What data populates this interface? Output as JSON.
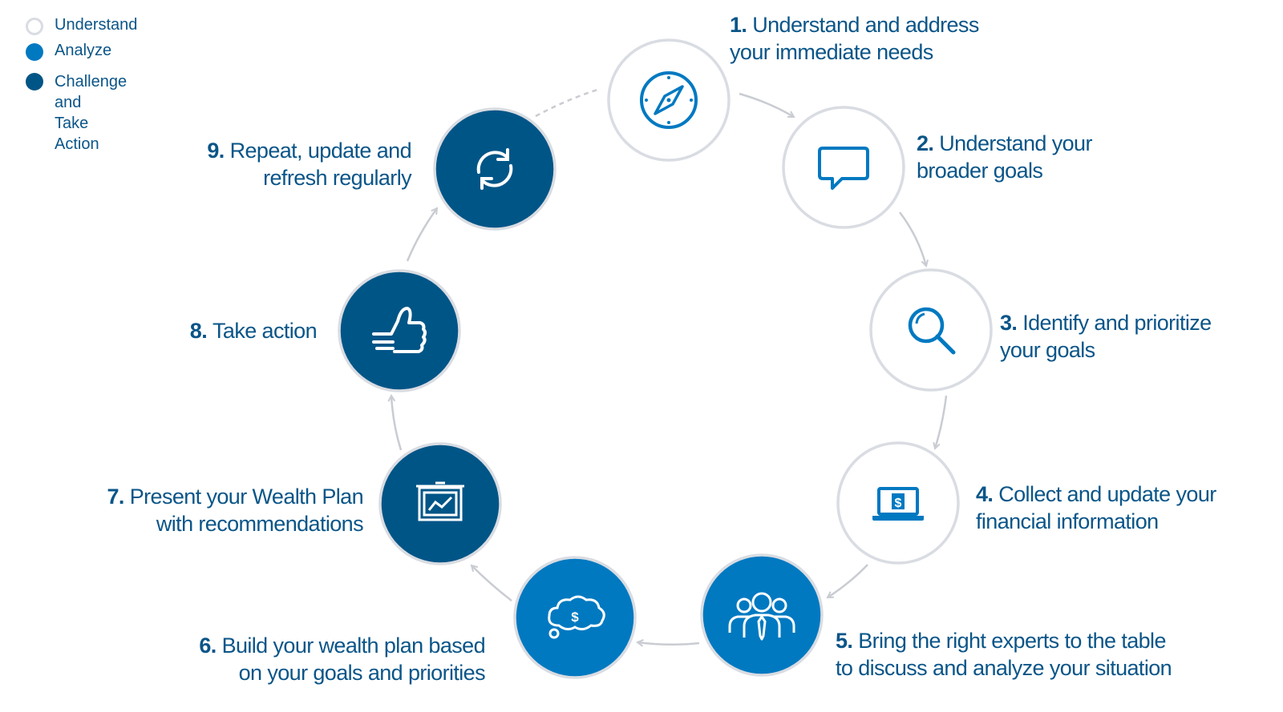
{
  "colors": {
    "understand": "#ffffff",
    "analyze": "#0079c1",
    "challenge": "#005587",
    "border": "#d9dce2",
    "text": "#0a5588",
    "arrow": "#c9ccd2"
  },
  "legend": [
    {
      "label": "Understand",
      "type": "understand"
    },
    {
      "label": "Analyze",
      "type": "analyze"
    },
    {
      "label": "Challenge and\nTake Action",
      "type": "challenge"
    }
  ],
  "steps": [
    {
      "num": "1.",
      "line1": "Understand and address",
      "line2": "your immediate needs",
      "type": "understand",
      "icon": "compass-icon"
    },
    {
      "num": "2.",
      "line1": "Understand your",
      "line2": "broader goals",
      "type": "understand",
      "icon": "speech-bubble-icon"
    },
    {
      "num": "3.",
      "line1": "Identify and prioritize",
      "line2": "your goals",
      "type": "understand",
      "icon": "magnifier-icon"
    },
    {
      "num": "4.",
      "line1": "Collect and update your",
      "line2": "financial information",
      "type": "understand",
      "icon": "laptop-dollar-icon"
    },
    {
      "num": "5.",
      "line1": "Bring the right experts to the table",
      "line2": "to discuss and analyze your situation",
      "type": "analyze",
      "icon": "team-icon"
    },
    {
      "num": "6.",
      "line1": "Build your wealth plan based",
      "line2": "on your goals and priorities",
      "type": "analyze",
      "icon": "thought-dollar-icon"
    },
    {
      "num": "7.",
      "line1": "Present your Wealth Plan",
      "line2": "with recommendations",
      "type": "challenge",
      "icon": "presentation-chart-icon"
    },
    {
      "num": "8.",
      "line1": "Take action",
      "line2": "",
      "type": "challenge",
      "icon": "thumbs-up-icon"
    },
    {
      "num": "9.",
      "line1": "Repeat, update and",
      "line2": "refresh regularly",
      "type": "challenge",
      "icon": "refresh-icon"
    }
  ]
}
